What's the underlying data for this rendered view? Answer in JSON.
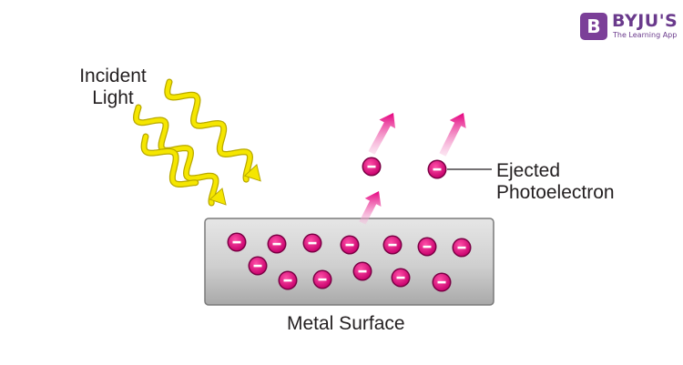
{
  "brand": {
    "badge_letter": "B",
    "name": "BYJU'S",
    "tagline": "The Learning App",
    "color": "#6a3a8c"
  },
  "labels": {
    "incident_line1": "Incident",
    "incident_line2": "Light",
    "ejected_line1": "Ejected",
    "ejected_line2": "Photoelectron",
    "metal": "Metal Surface"
  },
  "colors": {
    "electron": "#e5007e",
    "light_wave": "#f5e600",
    "metal_fill": "#cfcfcf",
    "arrow": "#e5007e",
    "text": "#231f20"
  },
  "electron_symbol": "minus",
  "surface_electron_count": 13,
  "ejected_electron_count": 2
}
